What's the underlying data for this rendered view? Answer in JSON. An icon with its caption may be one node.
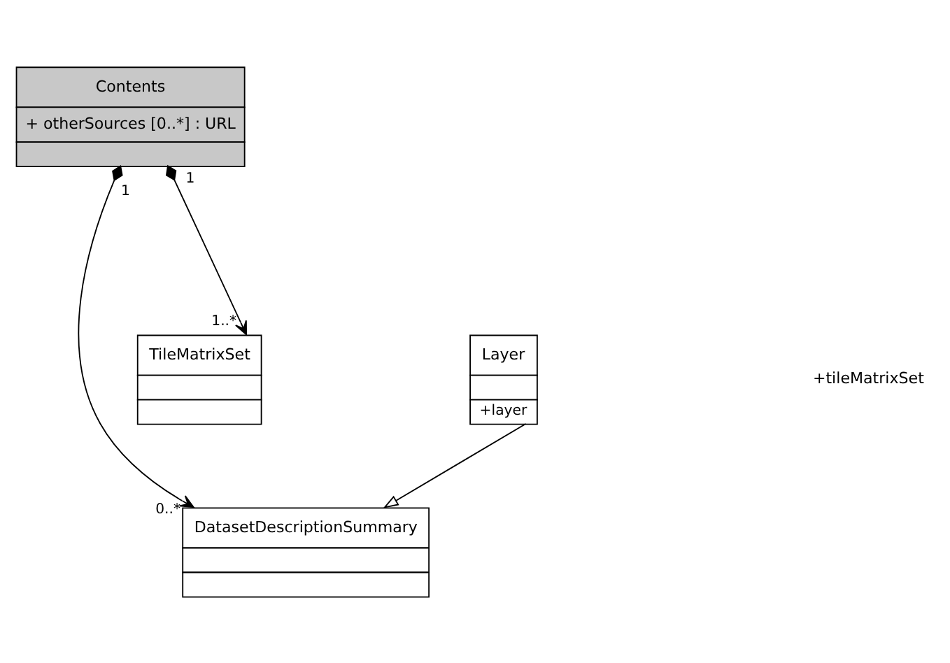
{
  "diagram": {
    "nodes": [
      {
        "text": [
          "Contents",
          "+ otherSources [0..*] : URL"
        ]
      },
      {
        "text": [
          "DatasetDescriptionSummary"
        ]
      },
      {
        "text": [
          "Layer"
        ]
      },
      {
        "text": [
          "TileMatrixSet"
        ]
      }
    ],
    "edges": [
      {
        "from": 0,
        "to": 1,
        "arrow": "to"
      },
      {
        "from": 0,
        "to": 3,
        "arrow": "to"
      },
      {
        "from": 2,
        "to": 1,
        "arrow": "to"
      }
    ],
    "labels": [
      "1",
      "1",
      "0..*",
      "+layer",
      "+tileMatrixSet",
      "1..*"
    ]
  }
}
